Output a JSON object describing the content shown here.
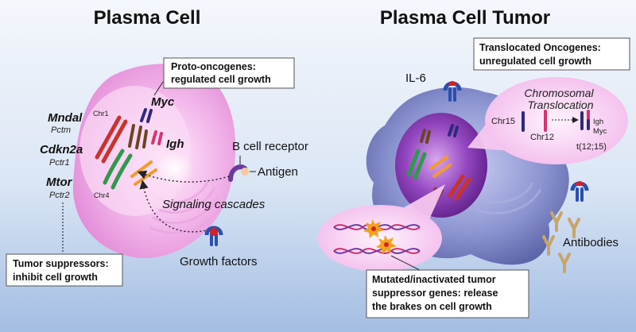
{
  "left": {
    "title": "Plasma Cell",
    "genes": {
      "myc": "Myc",
      "mndal": "Mndal",
      "pctm": "Pctm",
      "cdkn2a": "Cdkn2a",
      "pctr1": "Pctr1",
      "mtor": "Mtor",
      "pctr2": "Pctr2",
      "igh": "Igh",
      "chr1": "Chr1",
      "chr4": "Chr4"
    },
    "proto_box": {
      "line1": "Proto-oncogenes:",
      "line2": "regulated cell growth"
    },
    "suppressor_box": {
      "line1": "Tumor suppressors:",
      "line2": "inhibit cell growth"
    },
    "b_cell_receptor": "B cell receptor",
    "antigen": "Antigen",
    "signaling": "Signaling cascades",
    "growth_factors": "Growth factors"
  },
  "right": {
    "title": "Plasma Cell Tumor",
    "il6": "IL-6",
    "oncogene_box": {
      "line1": "Translocated Oncogenes:",
      "line2": "unregulated cell growth"
    },
    "translocation": {
      "title1": "Chromosomal",
      "title2": "Translocation",
      "chr15": "Chr15",
      "chr12": "Chr12",
      "igh": "Igh",
      "myc": "Myc",
      "result": "t(12;15)"
    },
    "antibodies": "Antibodies",
    "mutated_box": {
      "line1": "Mutated/inactivated tumor",
      "line2": "suppressor genes: release",
      "line3": "the brakes on cell growth"
    }
  },
  "colors": {
    "background_top": "#f3f6fb",
    "background_bottom": "#a9c1e4",
    "cell_pink": "#ec9ee2",
    "nucleus_purple": "#8a3fb0",
    "tumor_cell_blue": "#7f86c4",
    "chromosome_red": "#c8332c",
    "chromosome_green": "#2e9a4c",
    "chromosome_orange": "#f29a2e",
    "chromosome_navy": "#2d2a7a",
    "chromosome_brown": "#6b4424",
    "chromosome_magenta": "#d6336e",
    "antibody_tan": "#c9a46a"
  }
}
